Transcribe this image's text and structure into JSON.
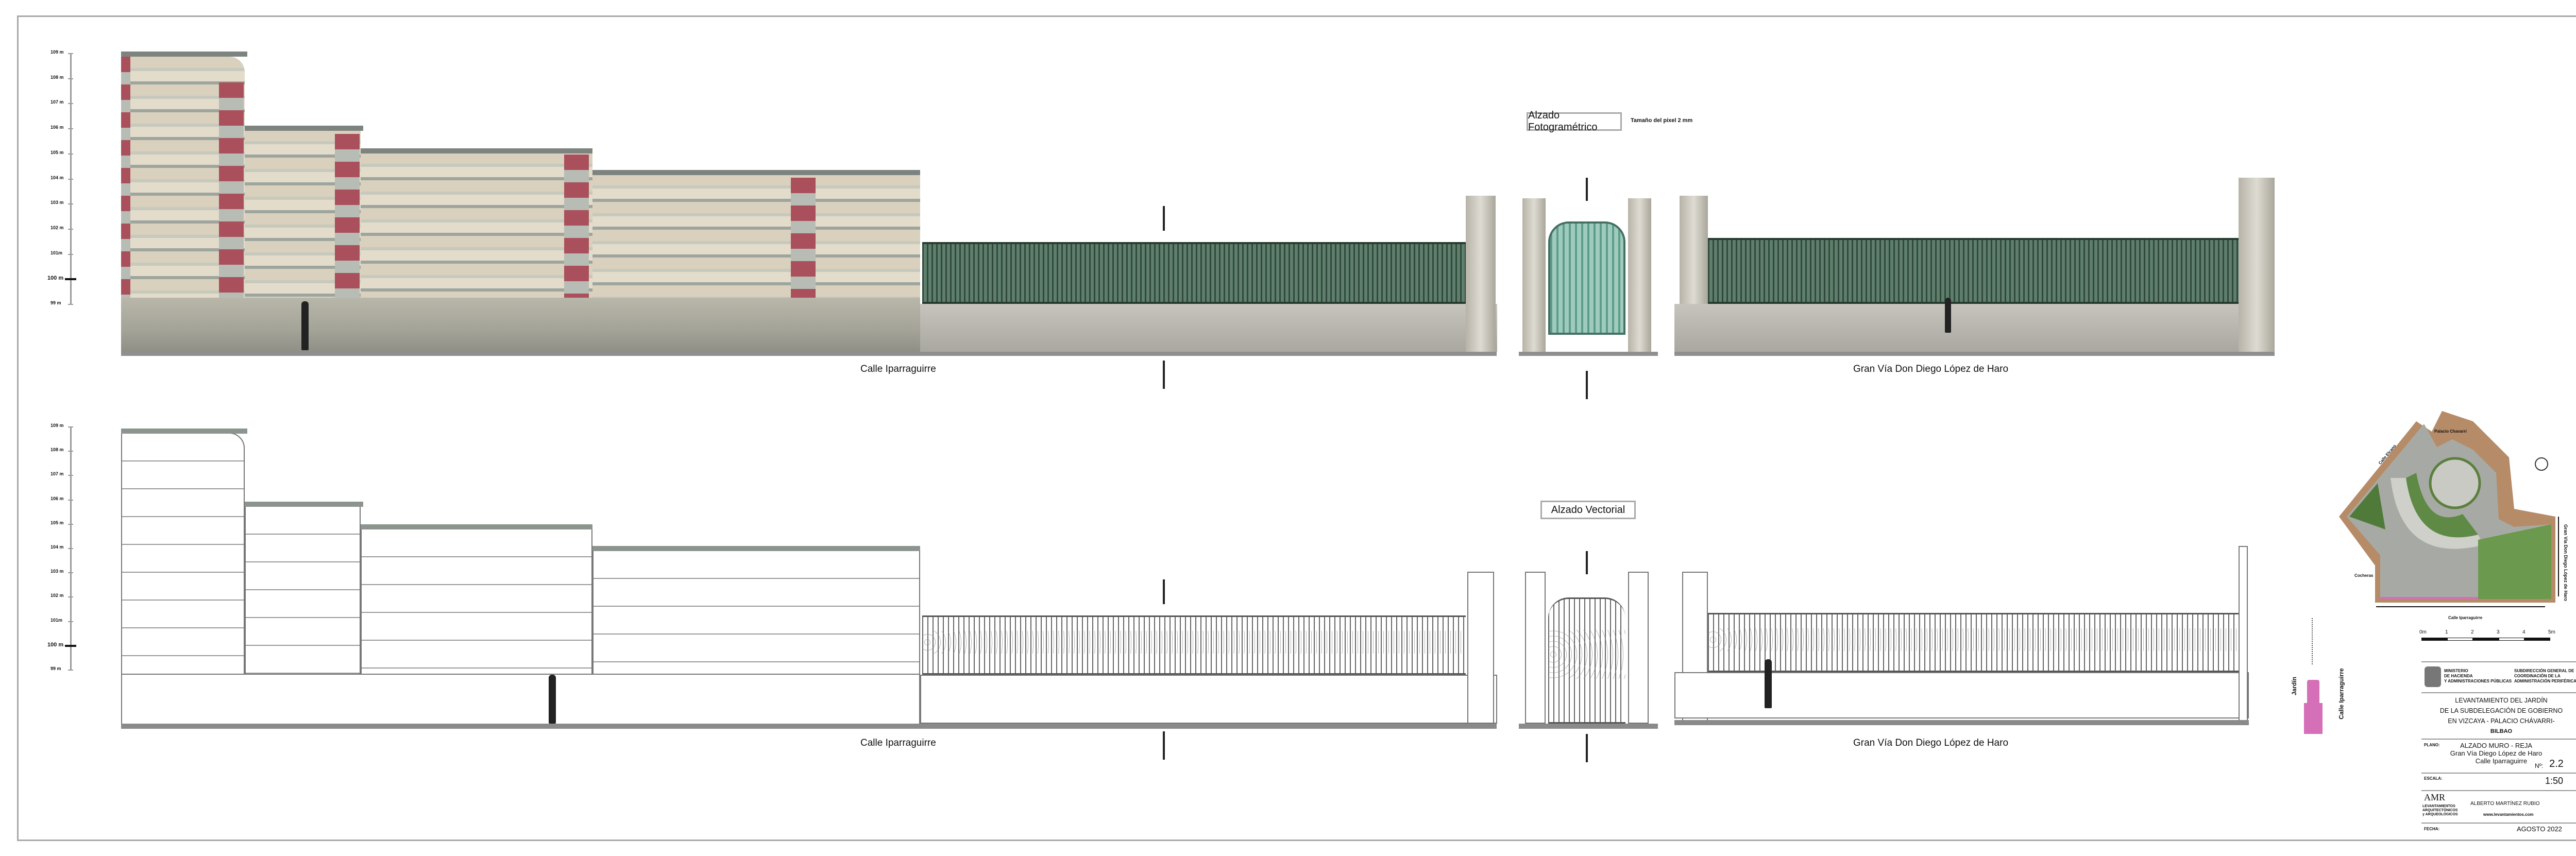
{
  "sheet": {
    "photo_title": "Alzado Fotogramétrico",
    "pixel_size": "Tamaño del pixel 2 mm",
    "vector_title": "Alzado Vectorial",
    "street_left": "Calle  Iparraguirre",
    "street_right": "Gran Vía   Don Diego López de Haro"
  },
  "height_scale": [
    "109 m",
    "108 m",
    "107 m",
    "106 m",
    "105 m",
    "104 m",
    "103 m",
    "102 m",
    "101m",
    "100 m",
    "99 m"
  ],
  "site_plan": {
    "labels": {
      "palace": "Palacio Chavarri",
      "street_top": "Calle  Elcano",
      "garages": "Cocheras",
      "street_bottom": "Calle  Iparraguirre",
      "street_right": "Gran Vía  Don Diego López de Haro"
    },
    "scale_bar": [
      "0m",
      "1",
      "2",
      "3",
      "4",
      "5m"
    ]
  },
  "section": {
    "garden": "Jardín",
    "street": "Calle  Iparraguirre",
    "color": "#d46fb8"
  },
  "title_block": {
    "ministry": [
      "MINISTERIO",
      "DE HACIENDA",
      "Y ADMINISTRACIONES PÚBLICAS"
    ],
    "subdirectorate": [
      "SUBDIRECCIÓN GENERAL DE",
      "COORDINACIÓN DE LA",
      "ADMINISTRACIÓN PERIFÉRICA"
    ],
    "project": [
      "LEVANTAMIENTO DEL JARDÍN",
      "DE LA SUBDELEGACIÓN DE GOBIERNO",
      "EN VIZCAYA - PALACIO CHÁVARRI-",
      "BILBAO"
    ],
    "plano_label": "PLANO:",
    "plano": [
      "ALZADO  MURO - REJA",
      "Gran Vía  Diego López de Haro",
      "Calle  Iparraguirre"
    ],
    "number_label": "Nº:",
    "number": "2.2",
    "scale_label": "ESCALA:",
    "scale": "1:50",
    "logo": "AMR",
    "firm": [
      "LEVANTAMIENTOS",
      "ARQUITECTÓNICOS",
      "y ARQUEOLÓGICOS"
    ],
    "author": "ALBERTO  MARTÍNEZ  RUBIO",
    "website": "www.levantamientos.com",
    "date_label": "FECHA:",
    "date": "AGOSTO  2022"
  }
}
